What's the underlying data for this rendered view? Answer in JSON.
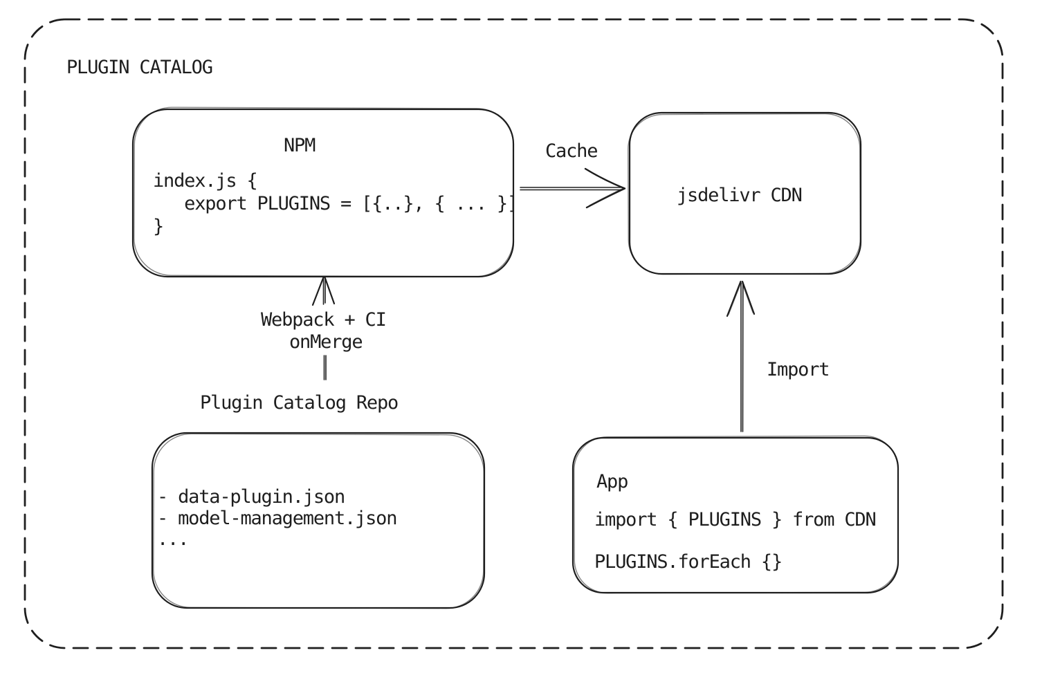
{
  "diagram": {
    "title": "PLUGIN CATALOG",
    "nodes": {
      "npm": {
        "label": "NPM",
        "code": "index.js {\n   export PLUGINS = [{..}, { ... }]\n}"
      },
      "cdn": {
        "label": "jsdelivr CDN"
      },
      "repo": {
        "title": "Plugin Catalog Repo",
        "files": "- data-plugin.json\n- model-management.json\n..."
      },
      "app": {
        "label": "App",
        "code": "import { PLUGINS } from CDN\n\nPLUGINS.forEach {}"
      }
    },
    "edges": {
      "cache": {
        "label": "Cache",
        "from": "NPM",
        "to": "jsdelivr CDN"
      },
      "build": {
        "label_line1": "Webpack + CI",
        "label_line2": "onMerge",
        "from": "Plugin Catalog Repo",
        "to": "NPM"
      },
      "import": {
        "label": "Import",
        "from": "App",
        "to": "jsdelivr CDN"
      }
    },
    "colors": {
      "ink": "#1e1e1e",
      "background": "#ffffff"
    }
  }
}
